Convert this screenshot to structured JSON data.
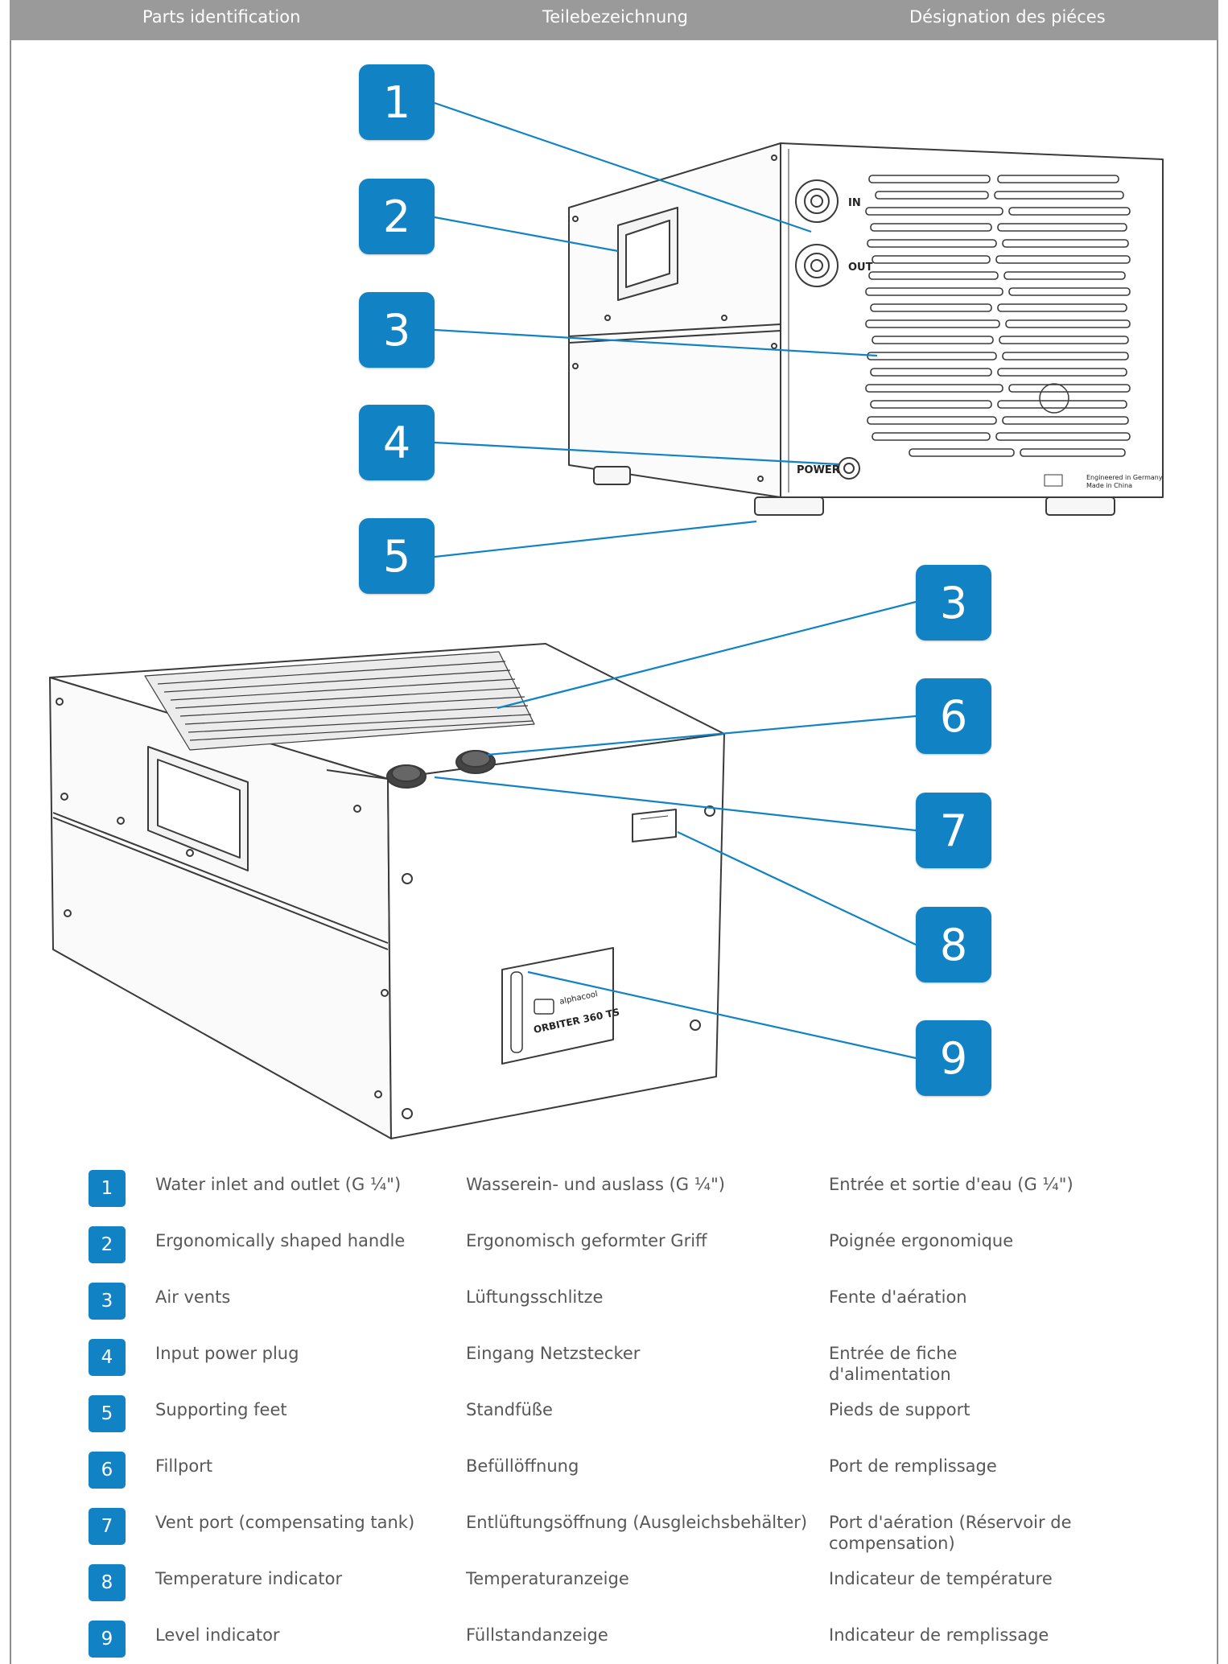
{
  "header": {
    "en": "Parts identification",
    "de": "Teilebezeichnung",
    "fr": "Désignation des piéces"
  },
  "device_labels": {
    "in": "IN",
    "out": "OUT",
    "power": "POWER",
    "brand": "alphacool",
    "model": "ORBITER 360 TS",
    "engineered": "Engineered in Germany",
    "made": "Made in China"
  },
  "callouts": [
    "1",
    "2",
    "3",
    "4",
    "5",
    "3",
    "6",
    "7",
    "8",
    "9"
  ],
  "legend": [
    {
      "num": "1",
      "en": "Water inlet and outlet (G ¼\")",
      "de": "Wasserein- und auslass (G ¼\")",
      "fr": "Entrée et sortie d'eau (G ¼\")"
    },
    {
      "num": "2",
      "en": "Ergonomically shaped  handle",
      "de": "Ergonomisch geformter Griff",
      "fr": "Poignée ergonomique"
    },
    {
      "num": "3",
      "en": "Air vents",
      "de": "Lüftungsschlitze",
      "fr": "Fente d'aération"
    },
    {
      "num": "4",
      "en": "Input power plug",
      "de": "Eingang Netzstecker",
      "fr": "Entrée de fiche d'alimentation"
    },
    {
      "num": "5",
      "en": "Supporting feet",
      "de": "Standfüße",
      "fr": "Pieds de support"
    },
    {
      "num": "6",
      "en": "Fillport",
      "de": "Befüllöffnung",
      "fr": "Port de remplissage"
    },
    {
      "num": "7",
      "en": "Vent port (compensating tank)",
      "de": "Entlüftungsöffnung (Ausgleichsbehälter)",
      "fr": "Port d'aération (Réservoir de compensation)"
    },
    {
      "num": "8",
      "en": "Temperature indicator",
      "de": "Temperaturanzeige",
      "fr": "Indicateur de température"
    },
    {
      "num": "9",
      "en": "Level indicator",
      "de": "Füllstandanzeige",
      "fr": "Indicateur de remplissage"
    }
  ]
}
